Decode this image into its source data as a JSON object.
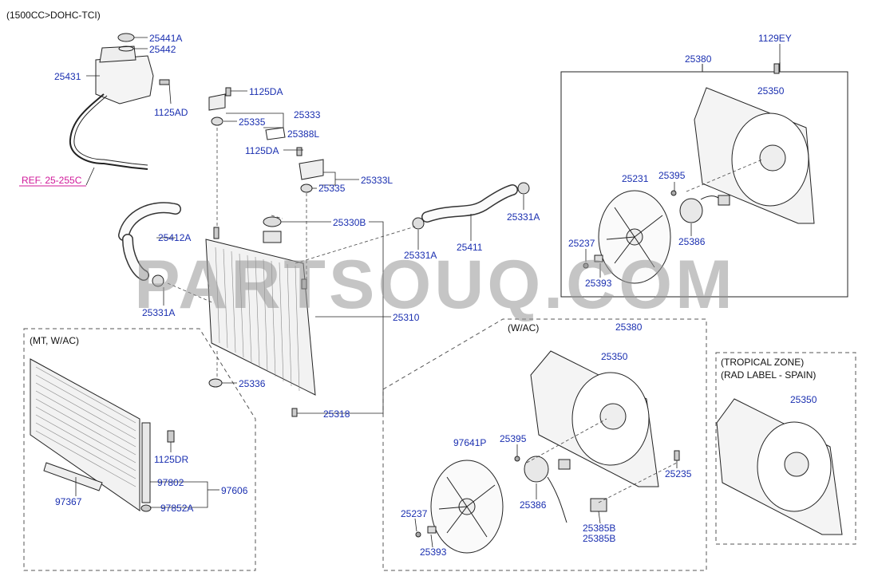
{
  "header": {
    "engine": "(1500CC>DOHC-TCI)"
  },
  "sections": {
    "mt_wac": "(MT, W/AC)",
    "wac": "(W/AC)",
    "tropical_1": "(TROPICAL ZONE)",
    "tropical_2": "(RAD LABEL - SPAIN)"
  },
  "reference": "REF. 25-255C",
  "watermark": "PARTSOUQ.COM",
  "parts": {
    "p25441A": "25441A",
    "p25442": "25442",
    "p25431": "25431",
    "p1125AD": "1125AD",
    "p1125DA_1": "1125DA",
    "p25333": "25333",
    "p25335_1": "25335",
    "p25388L": "25388L",
    "p1125DA_2": "1125DA",
    "p25333L": "25333L",
    "p25335_2": "25335",
    "p25330B": "25330B",
    "p25412A": "25412A",
    "p25331A_1": "25331A",
    "p25331A_2": "25331A",
    "p25331A_3": "25331A",
    "p25411": "25411",
    "p25310": "25310",
    "p25336": "25336",
    "p25318": "25318",
    "p1125DR": "1125DR",
    "p97802": "97802",
    "p97606": "97606",
    "p97367": "97367",
    "p97852A": "97852A",
    "p1129EY": "1129EY",
    "p25380_1": "25380",
    "p25350_1": "25350",
    "p25231": "25231",
    "p25395_1": "25395",
    "p25237_1": "25237",
    "p25393_1": "25393",
    "p25386_1": "25386",
    "p25380_2": "25380",
    "p25350_2": "25350",
    "p25395_2": "25395",
    "p97641P": "97641P",
    "p25235": "25235",
    "p25237_2": "25237",
    "p25386_2": "25386",
    "p25385B_1": "25385B",
    "p25385B_2": "25385B",
    "p25393_2": "25393",
    "p25350_3": "25350"
  }
}
